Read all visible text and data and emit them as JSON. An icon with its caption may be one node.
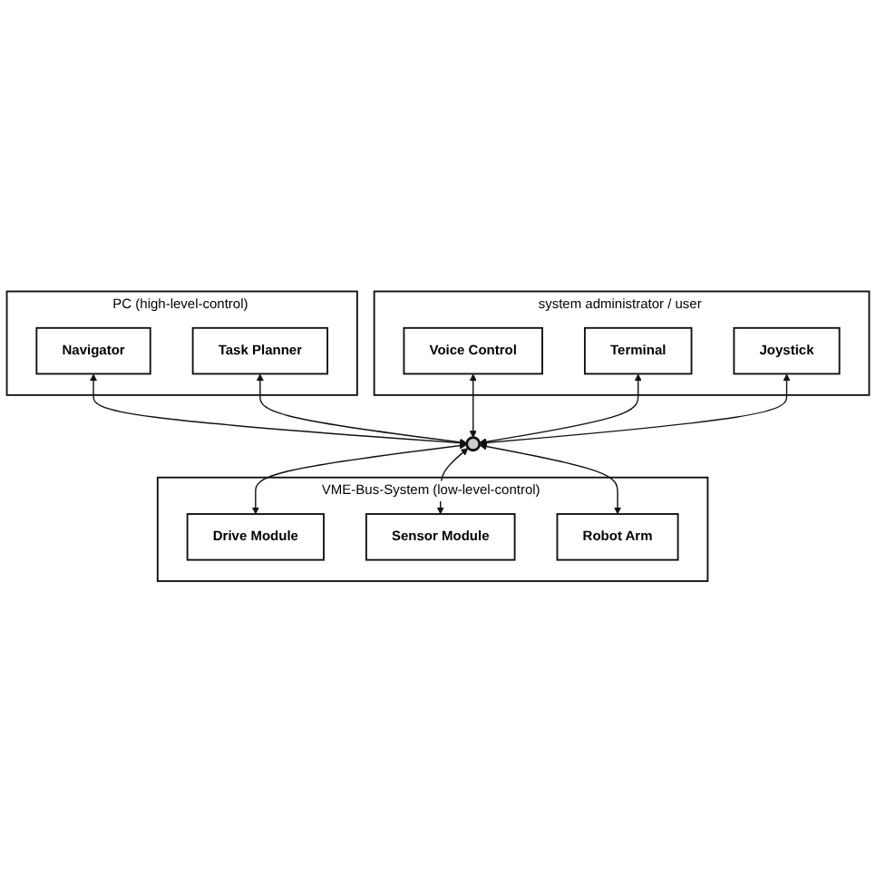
{
  "diagram": {
    "nodes": [
      {
        "text": [
          "PC (high-level-control)"
        ]
      },
      {
        "text": [
          "Navigator"
        ],
        "in": 0
      },
      {
        "text": [
          "Task Planner"
        ],
        "in": 0
      },
      {
        "text": [
          "system administrator / user"
        ]
      },
      {
        "text": [
          "Voice Control"
        ],
        "in": 3
      },
      {
        "text": [
          "Terminal"
        ],
        "in": 3
      },
      {
        "text": [
          "Joystick"
        ],
        "in": 3
      },
      {
        "text": [],
        "shape": "circle"
      },
      {
        "text": [
          "VME-Bus-System (low-level-control)"
        ]
      },
      {
        "text": [
          "Drive Module"
        ],
        "in": 8
      },
      {
        "text": [
          "Sensor Module"
        ],
        "in": 8
      },
      {
        "text": [
          "Robot Arm"
        ],
        "in": 8
      }
    ],
    "edges": [
      {
        "from": 1,
        "to": 7,
        "arrow": "both"
      },
      {
        "from": 2,
        "to": 7,
        "arrow": "both"
      },
      {
        "from": 4,
        "to": 7,
        "arrow": "both"
      },
      {
        "from": 5,
        "to": 7,
        "arrow": "both"
      },
      {
        "from": 6,
        "to": 7,
        "arrow": "both"
      },
      {
        "from": 7,
        "to": 9,
        "arrow": "both"
      },
      {
        "from": 7,
        "to": 10,
        "arrow": "both"
      },
      {
        "from": 7,
        "to": 11,
        "arrow": "both"
      }
    ]
  }
}
